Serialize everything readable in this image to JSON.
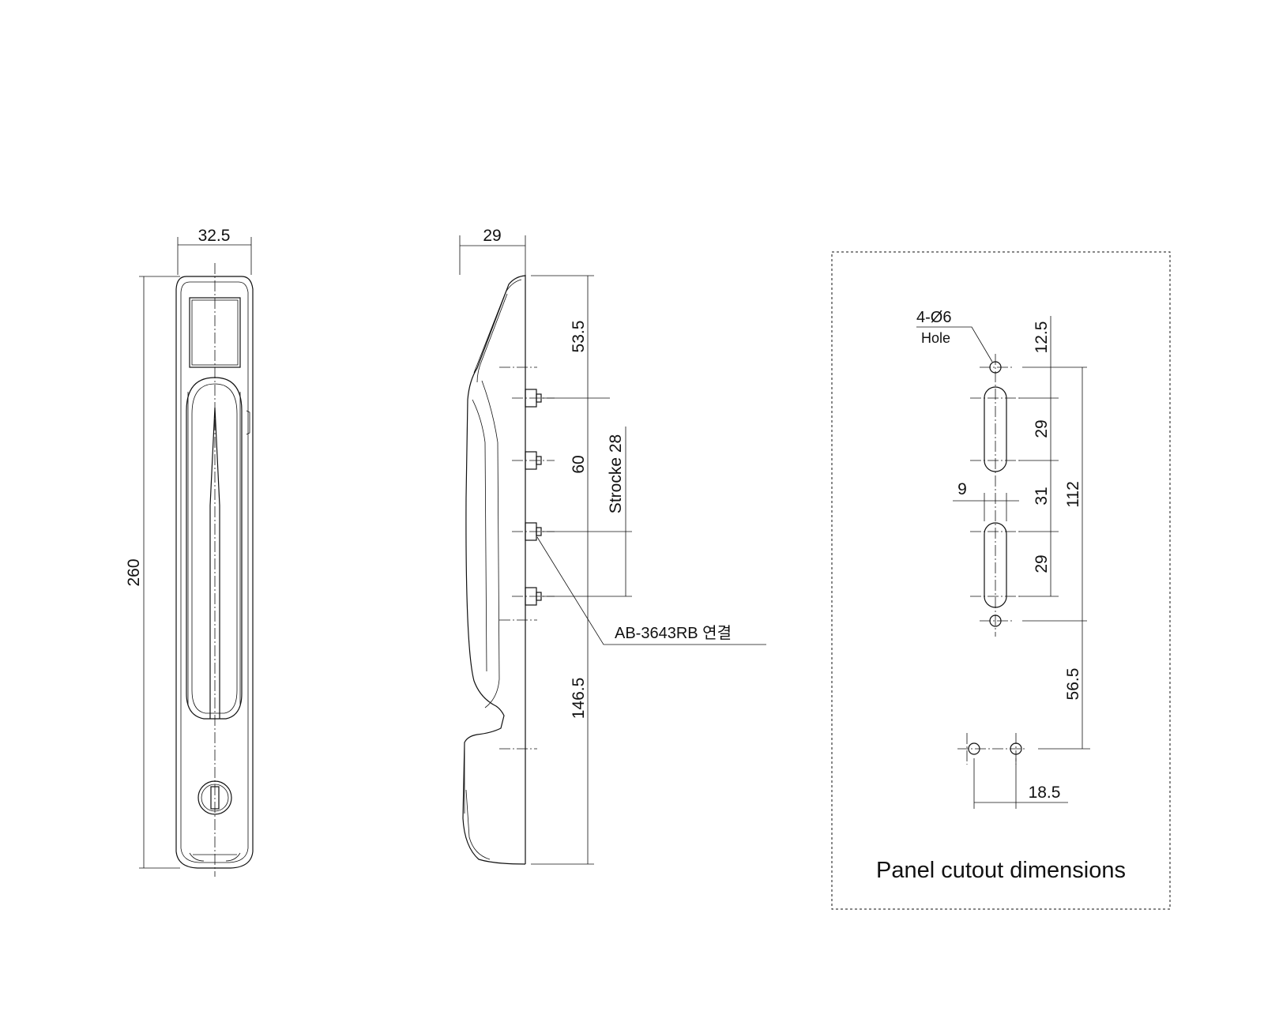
{
  "front_view": {
    "width_dim": "32.5",
    "height_dim": "260"
  },
  "side_view": {
    "depth_dim": "29",
    "dim_top": "53.5",
    "dim_mid": "60",
    "dim_bottom": "146.5",
    "stroke_label": "Strocke 28",
    "connection_label": "AB-3643RB 연결"
  },
  "panel_cutout": {
    "hole_label": "4-Ø6",
    "hole_sub": "Hole",
    "dim_12_5": "12.5",
    "dim_29_a": "29",
    "dim_31": "31",
    "dim_29_b": "29",
    "dim_112": "112",
    "dim_9": "9",
    "dim_56_5": "56.5",
    "dim_18_5": "18.5",
    "caption": "Panel cutout dimensions"
  }
}
